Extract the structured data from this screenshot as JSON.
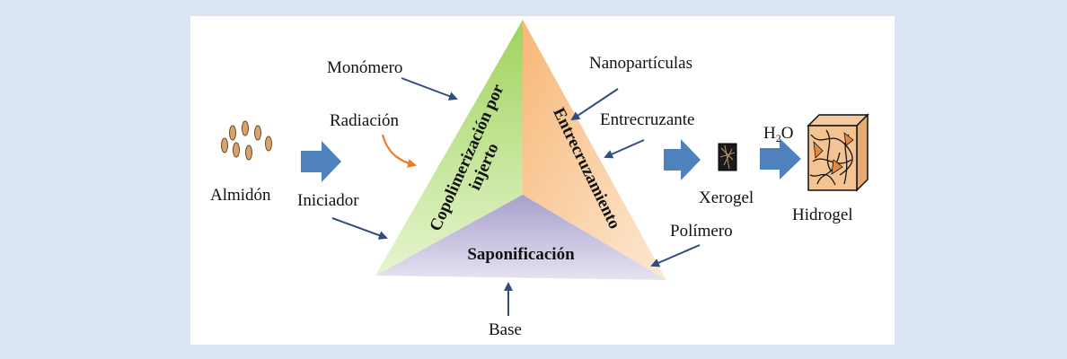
{
  "diagram": {
    "faces": {
      "left": "Copolimerización por injerto",
      "left_line1": "Copolimerización por",
      "left_line2": "injerto",
      "right": "Entrecruzamiento",
      "bottom": "Saponificación"
    },
    "inputs": {
      "monomer": "Monómero",
      "radiation": "Radiación",
      "initiator": "Iniciador",
      "nanoparticles": "Nanopartículas",
      "crosslinker": "Entrecruzante",
      "polymer": "Polímero",
      "base": "Base"
    },
    "process": {
      "starch": "Almidón",
      "xerogel": "Xerogel",
      "water_main": "H",
      "water_sub": "2",
      "water_end": "O",
      "hydrogel": "Hidrogel"
    }
  },
  "colors": {
    "background": "#dbe5f1",
    "panel": "#ffffff",
    "arrow_dark": "#2f4d7e",
    "arrow_big": "#4f81bd",
    "arrow_radiation": "#f07c22",
    "face_left": "#a7d66b",
    "face_right": "#fac58f",
    "face_bottom": "#b7b0d2",
    "starch_granule": "#d9a46a"
  }
}
